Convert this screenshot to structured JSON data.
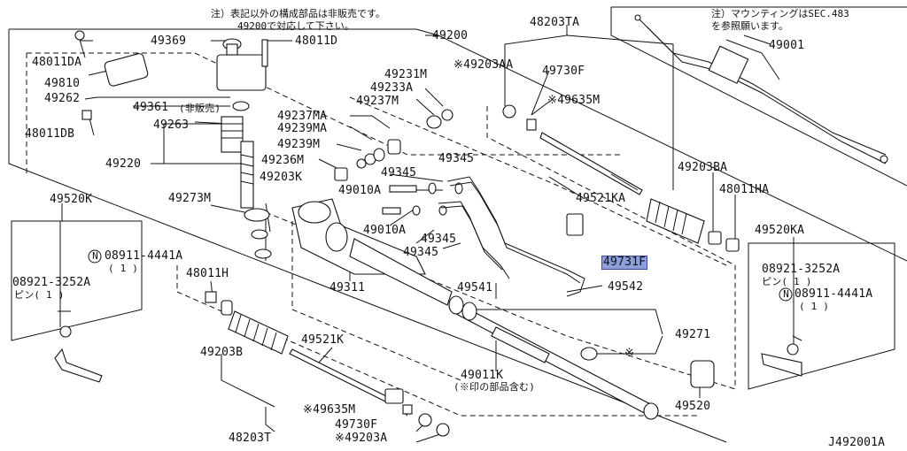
{
  "notes": {
    "top_left_line1": "注）表記以外の構成部品は非販売です。",
    "top_left_line2": "49200で対応して下さい。",
    "top_right_line1": "注）マウンティングはSEC.483",
    "top_right_line2": "を参照願います。"
  },
  "parts": {
    "p49200": "49200",
    "p48203TA": "48203TA",
    "p49001": "49001",
    "p49369": "49369",
    "p48011D": "48011D",
    "p48011DA": "48011DA",
    "p49810": "49810",
    "p49262": "49262",
    "p49361": "49361",
    "hihanbai": "(非販売)",
    "p48011DB": "48011DB",
    "p49263": "49263",
    "p49220": "49220",
    "p49231M": "49231M",
    "p49233A": "49233A",
    "p49237MA": "49237MA",
    "p49237M": "49237M",
    "p49239MA": "49239MA",
    "p49239M": "49239M",
    "p49236M": "49236M",
    "p49203AA": "※49203AA",
    "p49730F_top": "49730F",
    "p49635M_top": "※49635M",
    "p49203BA": "49203BA",
    "p48011HA": "48011HA",
    "p49345_a": "49345",
    "p49345_b": "49345",
    "p49345_c": "49345",
    "p49345_d": "49345",
    "p49010A_a": "49010A",
    "p49010A_b": "49010A",
    "p49521KA": "49521KA",
    "p49520K": "49520K",
    "p49520KA": "49520KA",
    "p49273M": "49273M",
    "p49203K": "49203K",
    "p49731F": "49731F",
    "p49311": "49311",
    "p49541": "49541",
    "p49542": "49542",
    "p48011H": "48011H",
    "p49203B": "49203B",
    "p49521K": "49521K",
    "p49271": "49271",
    "asterisk": "※",
    "p49011K": "49011K",
    "p49011K_note": "(※印の部品含む)",
    "p49520": "49520",
    "p49635M_bot": "※49635M",
    "p49730F_bot": "49730F",
    "p49203A_bot": "※49203A",
    "p48203T": "48203T",
    "left_box": {
      "n_symbol": "N",
      "nut": "08911-4441A",
      "nut_qty": "( 1 )",
      "pin": "08921-3252A",
      "pin_label": "ピン( 1 )"
    },
    "right_box": {
      "n_symbol": "N",
      "nut": "08911-4441A",
      "nut_qty": "( 1 )",
      "pin": "08921-3252A",
      "pin_label": "ピン( 1 )"
    },
    "diagram_code": "J492001A"
  },
  "colors": {
    "highlight": "#8f9fdc",
    "line": "#111111"
  }
}
